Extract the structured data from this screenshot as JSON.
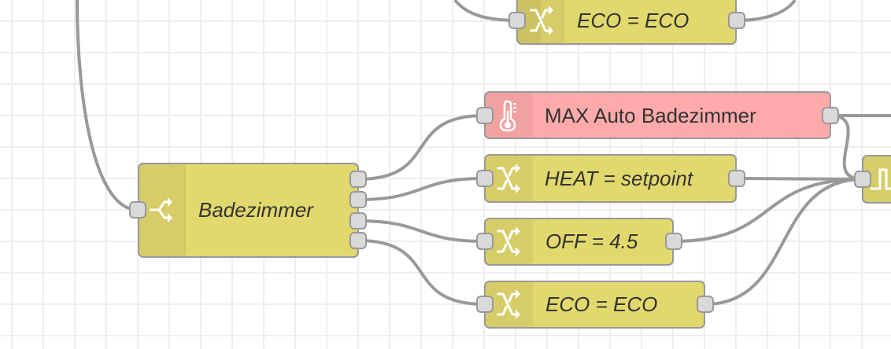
{
  "editor": {
    "title": "Node-RED flow canvas"
  },
  "colors": {
    "switch_node": "#e2d96e",
    "change_node": "#e2d96e",
    "max_node": "#ffaaaa",
    "wire": "#999999",
    "port": "#d9d9d9",
    "grid": "#eeeeee",
    "label": "#333333"
  },
  "nodes": {
    "eco_top": {
      "label": "ECO = ECO",
      "type": "change",
      "icon": "shuffle-icon"
    },
    "max_auto": {
      "label": "MAX Auto Badezimmer",
      "type": "max",
      "icon": "thermometer-icon"
    },
    "switch": {
      "label": "Badezimmer",
      "type": "switch",
      "icon": "switch-icon",
      "outputs": 4
    },
    "heat": {
      "label": "HEAT = setpoint",
      "type": "change",
      "icon": "shuffle-icon"
    },
    "off": {
      "label": "OFF = 4.5",
      "type": "change",
      "icon": "shuffle-icon"
    },
    "eco": {
      "label": "ECO = ECO",
      "type": "change",
      "icon": "shuffle-icon"
    },
    "trigger_partial": {
      "label": "",
      "type": "trigger",
      "icon": "pulse-icon"
    }
  }
}
